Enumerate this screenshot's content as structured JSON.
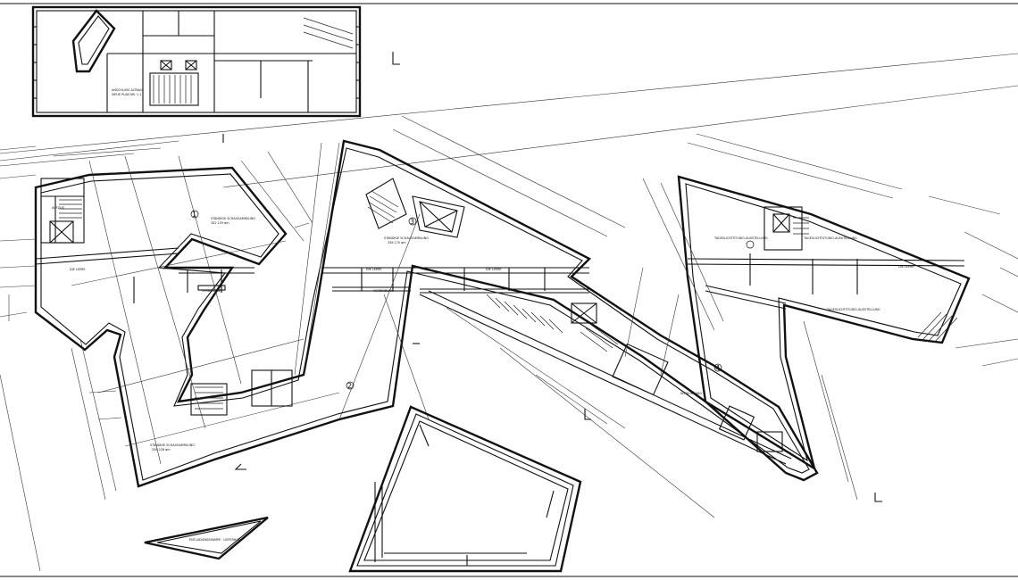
{
  "drawing": {
    "inset_label_line1": "ANSCHLUSS ALTBAU",
    "inset_label_line2": "SIEHE PLAN NR. 1.1",
    "room_numbers": [
      "1",
      "2",
      "3",
      "4"
    ],
    "room_labels": {
      "r1": "STÄNDIGE SCHAUSAMMLUNG",
      "r1_area": "332   229 qm",
      "r2": "STÄNDIGE SCHAUSAMMLUNG",
      "r2_area": "336   228 qm",
      "r3": "STÄNDIGE SCHAUSAMMLUNG",
      "r3_area": "338   170 qm",
      "r4a": "TAGESLICHTSTUDIO-AUSSTELLUNG",
      "r4b": "TAGESLICHTSTUDIO-AUSSTELLUNG",
      "r4c": "TAGESLICHTSTUDIO-AUSSTELLUNG",
      "void": "DIE LEERE",
      "bridge": "VERBINDUNG",
      "exit": "NOTAUSGANG",
      "lift": "AUFZUG"
    },
    "bottom_label": "ENTLADUNGSRAMPE · LIEFERHOF"
  }
}
